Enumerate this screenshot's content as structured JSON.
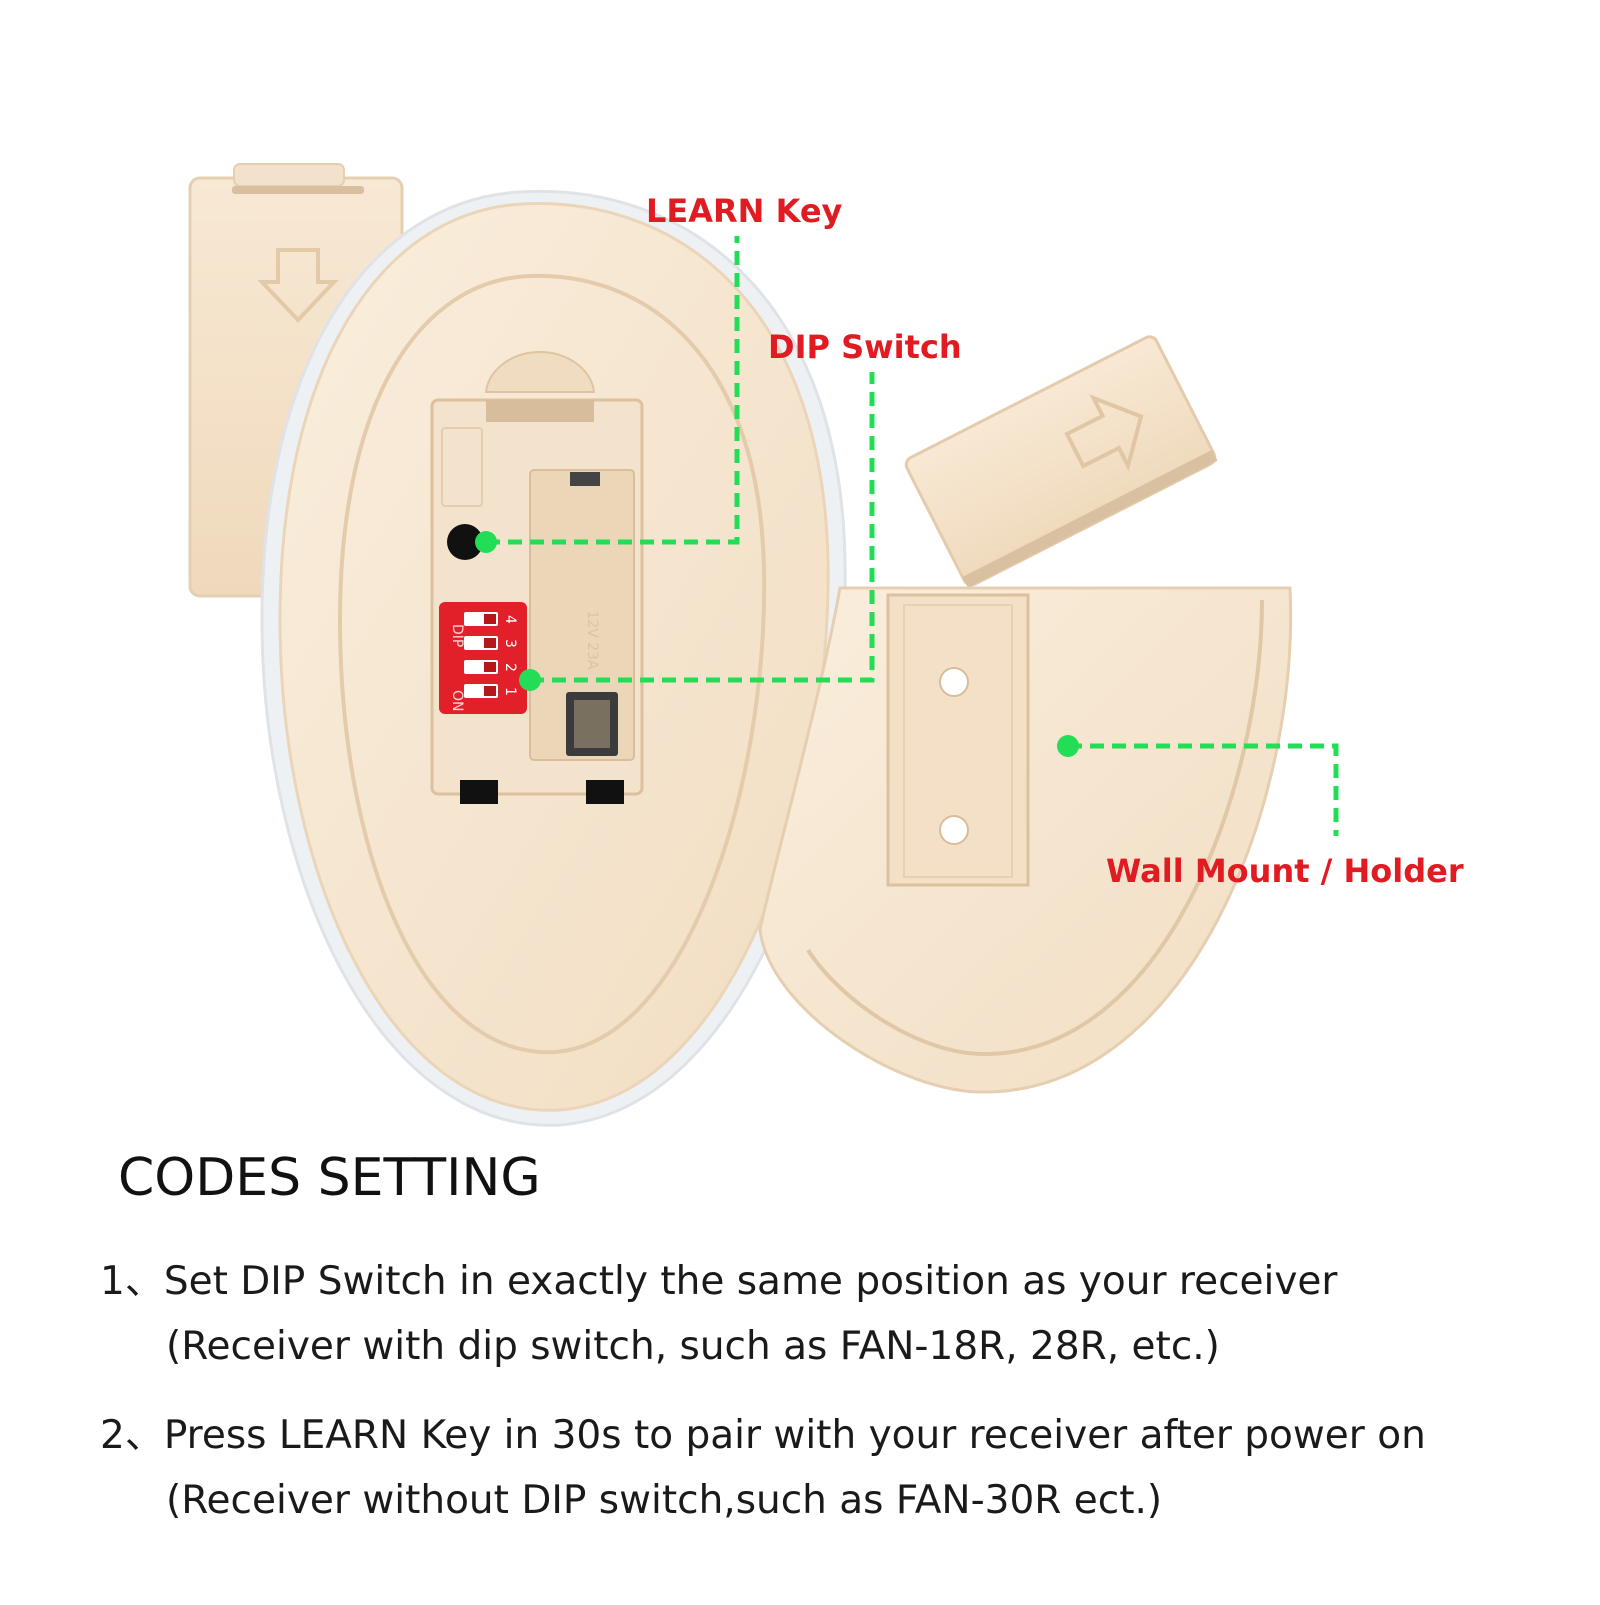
{
  "colors": {
    "plastic": "#f6e5cf",
    "plastic_edge": "#ead3b6",
    "plastic_shadow": "#d9c0a0",
    "dip_red": "#e2202a",
    "label_red": "#e01b22",
    "leader_green": "#22dd55",
    "text_dark": "#1a1a1a"
  },
  "callouts": {
    "learn_key": "LEARN Key",
    "dip_switch": "DIP Switch",
    "wall_mount": "Wall Mount / Holder"
  },
  "dip_switch": {
    "label": "DIP",
    "on_label": "ON",
    "numbers": [
      "1",
      "2",
      "3",
      "4"
    ]
  },
  "codes_setting": {
    "title": "CODES SETTING",
    "steps": [
      {
        "text": "1、Set DIP Switch in exactly the same position as your receiver",
        "note": "(Receiver with dip switch, such as FAN-18R, 28R, etc.)"
      },
      {
        "text": "2、Press LEARN Key in 30s to pair with your receiver after power on",
        "note": "(Receiver without DIP switch,such as FAN-30R ect.)"
      }
    ]
  }
}
